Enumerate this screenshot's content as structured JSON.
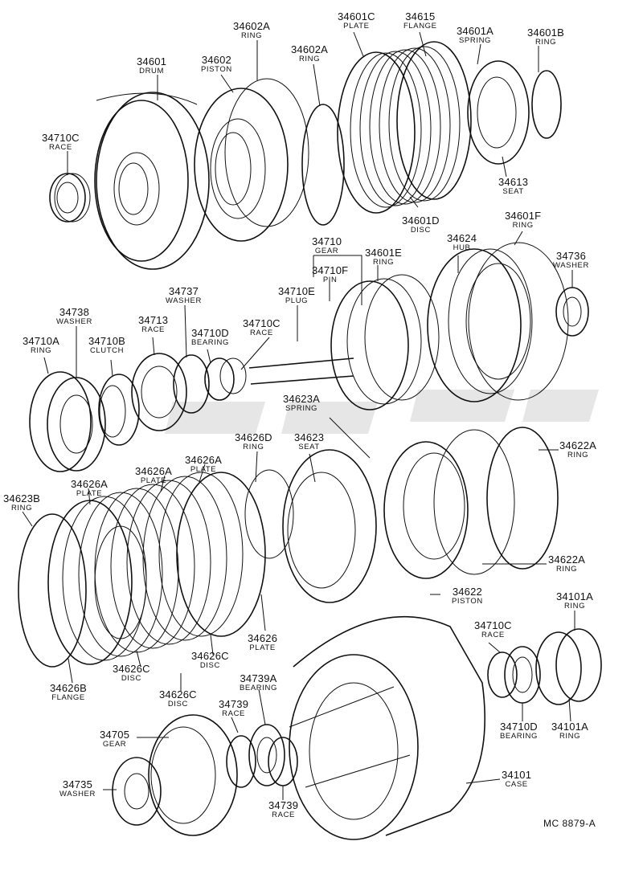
{
  "labels": [
    {
      "id": "34601",
      "num": "34601",
      "name": "DRUM"
    },
    {
      "id": "34602",
      "num": "34602",
      "name": "PISTON"
    },
    {
      "id": "34602A-top",
      "num": "34602A",
      "name": "RING"
    },
    {
      "id": "34602A-mid",
      "num": "34602A",
      "name": "RING"
    },
    {
      "id": "34601C",
      "num": "34601C",
      "name": "PLATE"
    },
    {
      "id": "34615",
      "num": "34615",
      "name": "FLANGE"
    },
    {
      "id": "34601A",
      "num": "34601A",
      "name": "SPRING"
    },
    {
      "id": "34601B",
      "num": "34601B",
      "name": "RING"
    },
    {
      "id": "34710C-top",
      "num": "34710C",
      "name": "RACE"
    },
    {
      "id": "34613",
      "num": "34613",
      "name": "SEAT"
    },
    {
      "id": "34601D",
      "num": "34601D",
      "name": "DISC"
    },
    {
      "id": "34601F",
      "num": "34601F",
      "name": "RING"
    },
    {
      "id": "34710",
      "num": "34710",
      "name": "GEAR"
    },
    {
      "id": "34601E",
      "num": "34601E",
      "name": "RING"
    },
    {
      "id": "34624",
      "num": "34624",
      "name": "HUB"
    },
    {
      "id": "34736",
      "num": "34736",
      "name": "WASHER"
    },
    {
      "id": "34710F",
      "num": "34710F",
      "name": "PIN"
    },
    {
      "id": "34710E",
      "num": "34710E",
      "name": "PLUG"
    },
    {
      "id": "34737",
      "num": "34737",
      "name": "WASHER"
    },
    {
      "id": "34738",
      "num": "34738",
      "name": "WASHER"
    },
    {
      "id": "34713",
      "num": "34713",
      "name": "RACE"
    },
    {
      "id": "34710D-mid",
      "num": "34710D",
      "name": "BEARING"
    },
    {
      "id": "34710C-mid",
      "num": "34710C",
      "name": "RACE"
    },
    {
      "id": "34710A",
      "num": "34710A",
      "name": "RING"
    },
    {
      "id": "34710B",
      "num": "34710B",
      "name": "CLUTCH"
    },
    {
      "id": "34623A",
      "num": "34623A",
      "name": "SPRING"
    },
    {
      "id": "34626D",
      "num": "34626D",
      "name": "RING"
    },
    {
      "id": "34623",
      "num": "34623",
      "name": "SEAT"
    },
    {
      "id": "34622A-top",
      "num": "34622A",
      "name": "RING"
    },
    {
      "id": "34626A-a",
      "num": "34626A",
      "name": "PLATE"
    },
    {
      "id": "34626A-b",
      "num": "34626A",
      "name": "PLATE"
    },
    {
      "id": "34626A-c",
      "num": "34626A",
      "name": "PLATE"
    },
    {
      "id": "34623B",
      "num": "34623B",
      "name": "RING"
    },
    {
      "id": "34622A-bot",
      "num": "34622A",
      "name": "RING"
    },
    {
      "id": "34622",
      "num": "34622",
      "name": "PISTON"
    },
    {
      "id": "34626",
      "num": "34626",
      "name": "PLATE"
    },
    {
      "id": "34626C-a",
      "num": "34626C",
      "name": "DISC"
    },
    {
      "id": "34626C-b",
      "num": "34626C",
      "name": "DISC"
    },
    {
      "id": "34626C-c",
      "num": "34626C",
      "name": "DISC"
    },
    {
      "id": "34626B",
      "num": "34626B",
      "name": "FLANGE"
    },
    {
      "id": "34101A-top",
      "num": "34101A",
      "name": "RING"
    },
    {
      "id": "34710C-bot",
      "num": "34710C",
      "name": "RACE"
    },
    {
      "id": "34739A",
      "num": "34739A",
      "name": "BEARING"
    },
    {
      "id": "34739-top",
      "num": "34739",
      "name": "RACE"
    },
    {
      "id": "34705",
      "num": "34705",
      "name": "GEAR"
    },
    {
      "id": "34710D-bot",
      "num": "34710D",
      "name": "BEARING"
    },
    {
      "id": "34101A-bot",
      "num": "34101A",
      "name": "RING"
    },
    {
      "id": "34735",
      "num": "34735",
      "name": "WASHER"
    },
    {
      "id": "34739-bot",
      "num": "34739",
      "name": "RACE"
    },
    {
      "id": "34101",
      "num": "34101",
      "name": "CASE"
    }
  ],
  "drawing_code": "MC 8879-A"
}
